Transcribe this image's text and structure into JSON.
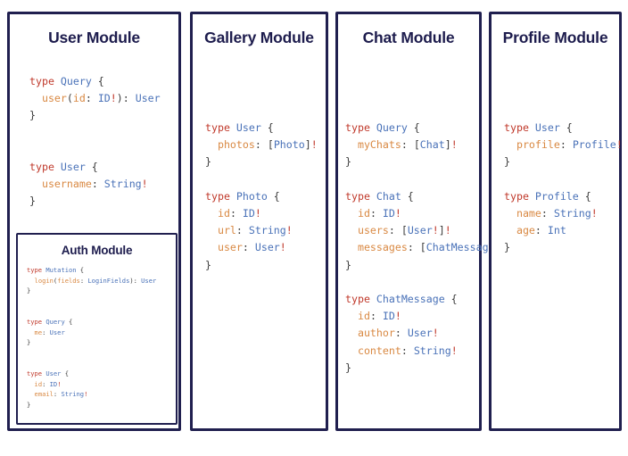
{
  "diagram": {
    "type": "graphql-schema-modules",
    "background": "#ffffff",
    "border_color": "#201f4f",
    "title_color": "#1d1c4d",
    "syntax_colors": {
      "keyword": "#c0392b",
      "type_name": "#4a72b8",
      "field_name": "#d98943",
      "punctuation": "#3b3b3b",
      "non_null": "#c0392b"
    }
  },
  "modules": [
    {
      "id": "user",
      "title": "User Module",
      "code_lines": [
        [
          {
            "t": "type ",
            "c": "kw"
          },
          {
            "t": "Query",
            "c": "tn"
          },
          {
            "t": " {",
            "c": "pun"
          }
        ],
        [
          {
            "t": "  ",
            "c": "pun"
          },
          {
            "t": "user",
            "c": "fld"
          },
          {
            "t": "(",
            "c": "pun"
          },
          {
            "t": "id",
            "c": "fld"
          },
          {
            "t": ": ",
            "c": "pun"
          },
          {
            "t": "ID",
            "c": "tn"
          },
          {
            "t": "!",
            "c": "bang"
          },
          {
            "t": "): ",
            "c": "pun"
          },
          {
            "t": "User",
            "c": "tn"
          }
        ],
        [
          {
            "t": "}",
            "c": "pun"
          }
        ],
        [
          {
            "t": "",
            "c": "pun"
          }
        ],
        [
          {
            "t": "",
            "c": "pun"
          }
        ],
        [
          {
            "t": "type ",
            "c": "kw"
          },
          {
            "t": "User",
            "c": "tn"
          },
          {
            "t": " {",
            "c": "pun"
          }
        ],
        [
          {
            "t": "  ",
            "c": "pun"
          },
          {
            "t": "username",
            "c": "fld"
          },
          {
            "t": ": ",
            "c": "pun"
          },
          {
            "t": "String",
            "c": "tn"
          },
          {
            "t": "!",
            "c": "bang"
          }
        ],
        [
          {
            "t": "}",
            "c": "pun"
          }
        ]
      ],
      "nested": {
        "id": "auth",
        "title": "Auth Module",
        "code_lines": [
          [
            {
              "t": "type ",
              "c": "kw"
            },
            {
              "t": "Mutation",
              "c": "tn"
            },
            {
              "t": " {",
              "c": "pun"
            }
          ],
          [
            {
              "t": "  ",
              "c": "pun"
            },
            {
              "t": "login",
              "c": "fld"
            },
            {
              "t": "(",
              "c": "pun"
            },
            {
              "t": "fields",
              "c": "fld"
            },
            {
              "t": ": ",
              "c": "pun"
            },
            {
              "t": "LoginFields",
              "c": "tn"
            },
            {
              "t": "): ",
              "c": "pun"
            },
            {
              "t": "User",
              "c": "tn"
            }
          ],
          [
            {
              "t": "}",
              "c": "pun"
            }
          ],
          [
            {
              "t": "",
              "c": "pun"
            }
          ],
          [
            {
              "t": "",
              "c": "pun"
            }
          ],
          [
            {
              "t": "type ",
              "c": "kw"
            },
            {
              "t": "Query",
              "c": "tn"
            },
            {
              "t": " {",
              "c": "pun"
            }
          ],
          [
            {
              "t": "  ",
              "c": "pun"
            },
            {
              "t": "me",
              "c": "fld"
            },
            {
              "t": ": ",
              "c": "pun"
            },
            {
              "t": "User",
              "c": "tn"
            }
          ],
          [
            {
              "t": "}",
              "c": "pun"
            }
          ],
          [
            {
              "t": "",
              "c": "pun"
            }
          ],
          [
            {
              "t": "",
              "c": "pun"
            }
          ],
          [
            {
              "t": "type ",
              "c": "kw"
            },
            {
              "t": "User",
              "c": "tn"
            },
            {
              "t": " {",
              "c": "pun"
            }
          ],
          [
            {
              "t": "  ",
              "c": "pun"
            },
            {
              "t": "id",
              "c": "fld"
            },
            {
              "t": ": ",
              "c": "pun"
            },
            {
              "t": "ID",
              "c": "tn"
            },
            {
              "t": "!",
              "c": "bang"
            }
          ],
          [
            {
              "t": "  ",
              "c": "pun"
            },
            {
              "t": "email",
              "c": "fld"
            },
            {
              "t": ": ",
              "c": "pun"
            },
            {
              "t": "String",
              "c": "tn"
            },
            {
              "t": "!",
              "c": "bang"
            }
          ],
          [
            {
              "t": "}",
              "c": "pun"
            }
          ]
        ]
      }
    },
    {
      "id": "gallery",
      "title": "Gallery Module",
      "code_lines": [
        [
          {
            "t": "type ",
            "c": "kw"
          },
          {
            "t": "User",
            "c": "tn"
          },
          {
            "t": " {",
            "c": "pun"
          }
        ],
        [
          {
            "t": "  ",
            "c": "pun"
          },
          {
            "t": "photos",
            "c": "fld"
          },
          {
            "t": ": ",
            "c": "pun"
          },
          {
            "t": "[",
            "c": "pun"
          },
          {
            "t": "Photo",
            "c": "tn"
          },
          {
            "t": "]",
            "c": "pun"
          },
          {
            "t": "!",
            "c": "bang"
          }
        ],
        [
          {
            "t": "}",
            "c": "pun"
          }
        ],
        [
          {
            "t": "",
            "c": "pun"
          }
        ],
        [
          {
            "t": "type ",
            "c": "kw"
          },
          {
            "t": "Photo",
            "c": "tn"
          },
          {
            "t": " {",
            "c": "pun"
          }
        ],
        [
          {
            "t": "  ",
            "c": "pun"
          },
          {
            "t": "id",
            "c": "fld"
          },
          {
            "t": ": ",
            "c": "pun"
          },
          {
            "t": "ID",
            "c": "tn"
          },
          {
            "t": "!",
            "c": "bang"
          }
        ],
        [
          {
            "t": "  ",
            "c": "pun"
          },
          {
            "t": "url",
            "c": "fld"
          },
          {
            "t": ": ",
            "c": "pun"
          },
          {
            "t": "String",
            "c": "tn"
          },
          {
            "t": "!",
            "c": "bang"
          }
        ],
        [
          {
            "t": "  ",
            "c": "pun"
          },
          {
            "t": "user",
            "c": "fld"
          },
          {
            "t": ": ",
            "c": "pun"
          },
          {
            "t": "User",
            "c": "tn"
          },
          {
            "t": "!",
            "c": "bang"
          }
        ],
        [
          {
            "t": "}",
            "c": "pun"
          }
        ]
      ]
    },
    {
      "id": "chat",
      "title": "Chat Module",
      "code_lines": [
        [
          {
            "t": "type ",
            "c": "kw"
          },
          {
            "t": "Query",
            "c": "tn"
          },
          {
            "t": " {",
            "c": "pun"
          }
        ],
        [
          {
            "t": "  ",
            "c": "pun"
          },
          {
            "t": "myChats",
            "c": "fld"
          },
          {
            "t": ": ",
            "c": "pun"
          },
          {
            "t": "[",
            "c": "pun"
          },
          {
            "t": "Chat",
            "c": "tn"
          },
          {
            "t": "]",
            "c": "pun"
          },
          {
            "t": "!",
            "c": "bang"
          }
        ],
        [
          {
            "t": "}",
            "c": "pun"
          }
        ],
        [
          {
            "t": "",
            "c": "pun"
          }
        ],
        [
          {
            "t": "type ",
            "c": "kw"
          },
          {
            "t": "Chat",
            "c": "tn"
          },
          {
            "t": " {",
            "c": "pun"
          }
        ],
        [
          {
            "t": "  ",
            "c": "pun"
          },
          {
            "t": "id",
            "c": "fld"
          },
          {
            "t": ": ",
            "c": "pun"
          },
          {
            "t": "ID",
            "c": "tn"
          },
          {
            "t": "!",
            "c": "bang"
          }
        ],
        [
          {
            "t": "  ",
            "c": "pun"
          },
          {
            "t": "users",
            "c": "fld"
          },
          {
            "t": ": ",
            "c": "pun"
          },
          {
            "t": "[",
            "c": "pun"
          },
          {
            "t": "User",
            "c": "tn"
          },
          {
            "t": "!",
            "c": "bang"
          },
          {
            "t": "]",
            "c": "pun"
          },
          {
            "t": "!",
            "c": "bang"
          }
        ],
        [
          {
            "t": "  ",
            "c": "pun"
          },
          {
            "t": "messages",
            "c": "fld"
          },
          {
            "t": ": ",
            "c": "pun"
          },
          {
            "t": "[",
            "c": "pun"
          },
          {
            "t": "ChatMessage",
            "c": "tn"
          },
          {
            "t": "]",
            "c": "pun"
          },
          {
            "t": "!",
            "c": "bang"
          }
        ],
        [
          {
            "t": "}",
            "c": "pun"
          }
        ],
        [
          {
            "t": "",
            "c": "pun"
          }
        ],
        [
          {
            "t": "type ",
            "c": "kw"
          },
          {
            "t": "ChatMessage",
            "c": "tn"
          },
          {
            "t": " {",
            "c": "pun"
          }
        ],
        [
          {
            "t": "  ",
            "c": "pun"
          },
          {
            "t": "id",
            "c": "fld"
          },
          {
            "t": ": ",
            "c": "pun"
          },
          {
            "t": "ID",
            "c": "tn"
          },
          {
            "t": "!",
            "c": "bang"
          }
        ],
        [
          {
            "t": "  ",
            "c": "pun"
          },
          {
            "t": "author",
            "c": "fld"
          },
          {
            "t": ": ",
            "c": "pun"
          },
          {
            "t": "User",
            "c": "tn"
          },
          {
            "t": "!",
            "c": "bang"
          }
        ],
        [
          {
            "t": "  ",
            "c": "pun"
          },
          {
            "t": "content",
            "c": "fld"
          },
          {
            "t": ": ",
            "c": "pun"
          },
          {
            "t": "String",
            "c": "tn"
          },
          {
            "t": "!",
            "c": "bang"
          }
        ],
        [
          {
            "t": "}",
            "c": "pun"
          }
        ]
      ]
    },
    {
      "id": "profile",
      "title": "Profile Module",
      "code_lines": [
        [
          {
            "t": "type ",
            "c": "kw"
          },
          {
            "t": "User",
            "c": "tn"
          },
          {
            "t": " {",
            "c": "pun"
          }
        ],
        [
          {
            "t": "  ",
            "c": "pun"
          },
          {
            "t": "profile",
            "c": "fld"
          },
          {
            "t": ": ",
            "c": "pun"
          },
          {
            "t": "Profile",
            "c": "tn"
          },
          {
            "t": "!",
            "c": "bang"
          }
        ],
        [
          {
            "t": "}",
            "c": "pun"
          }
        ],
        [
          {
            "t": "",
            "c": "pun"
          }
        ],
        [
          {
            "t": "type ",
            "c": "kw"
          },
          {
            "t": "Profile",
            "c": "tn"
          },
          {
            "t": " {",
            "c": "pun"
          }
        ],
        [
          {
            "t": "  ",
            "c": "pun"
          },
          {
            "t": "name",
            "c": "fld"
          },
          {
            "t": ": ",
            "c": "pun"
          },
          {
            "t": "String",
            "c": "tn"
          },
          {
            "t": "!",
            "c": "bang"
          }
        ],
        [
          {
            "t": "  ",
            "c": "pun"
          },
          {
            "t": "age",
            "c": "fld"
          },
          {
            "t": ": ",
            "c": "pun"
          },
          {
            "t": "Int",
            "c": "tn"
          }
        ],
        [
          {
            "t": "}",
            "c": "pun"
          }
        ]
      ]
    }
  ]
}
